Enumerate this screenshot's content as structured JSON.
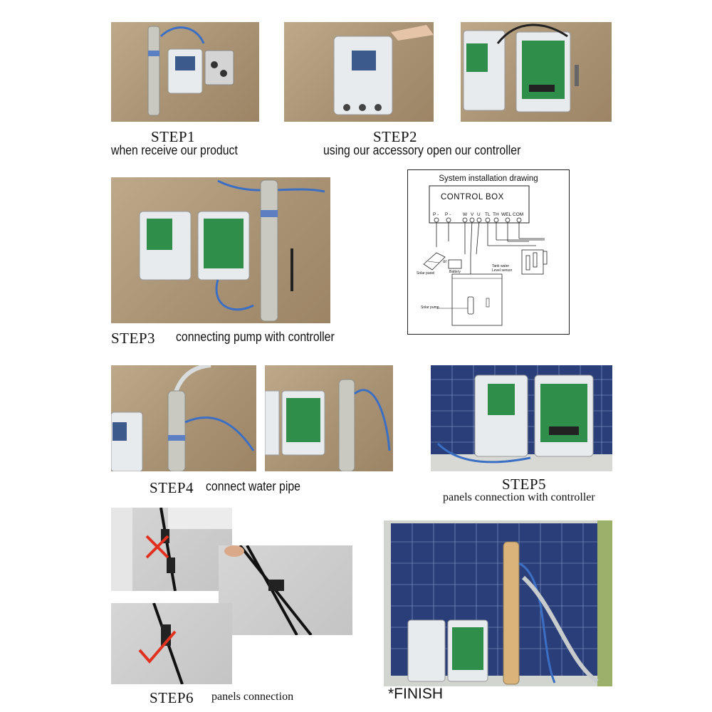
{
  "steps": {
    "step1": {
      "title": "STEP1",
      "desc": "when receive our product"
    },
    "step2": {
      "title": "STEP2",
      "desc": "using our accessory open our controller"
    },
    "step3": {
      "title": "STEP3",
      "desc": "connecting pump with controller"
    },
    "step4": {
      "title": "STEP4",
      "desc": "connect water pipe"
    },
    "step5": {
      "title": "STEP5",
      "desc": "panels connection with controller"
    },
    "step6": {
      "title": "STEP6",
      "desc": "panels connection"
    },
    "finish": "*FINISH"
  },
  "diagram": {
    "title": "System installation drawing",
    "box_label": "CONTROL BOX",
    "terminals": [
      "P -",
      "P -",
      "W",
      "V",
      "U",
      "TL",
      "TH",
      "WEL",
      "COM"
    ],
    "solar_panel": "Solar panel",
    "or": "or",
    "battery": "Battery",
    "tank_sensor_1": "Tank water",
    "tank_sensor_2": "Level sensor",
    "solar_pump": "Solar pump"
  },
  "colors": {
    "cardboard": "#b39c7c",
    "controller_white": "#e8ebee",
    "pcb_green": "#2f8f4a",
    "cable_blue": "#3b6fc4",
    "solar_blue": "#2a3f7a",
    "wrong_mark": "#e0301e"
  }
}
